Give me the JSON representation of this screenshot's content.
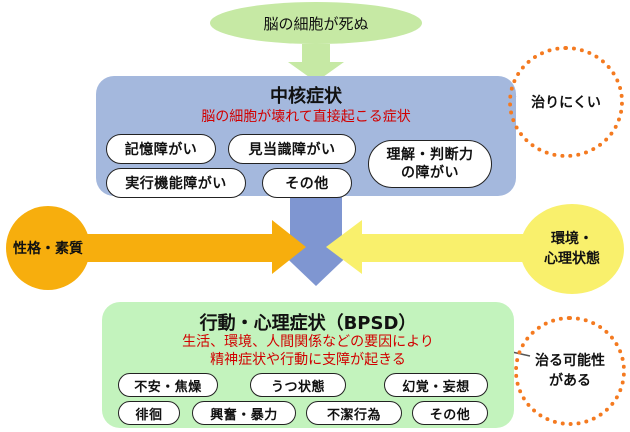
{
  "top": {
    "label": "脳の細胞が死ぬ"
  },
  "core": {
    "title": "中核症状",
    "subtitle": "脳の細胞が壊れて直接起こる症状",
    "items": [
      "記憶障がい",
      "見当識障がい",
      "実行機能障がい",
      "その他"
    ],
    "judgment": [
      "理解・判断力",
      "の障がい"
    ]
  },
  "left": {
    "label": "性格・素質"
  },
  "right": {
    "lines": [
      "環境・",
      "心理状態"
    ]
  },
  "bpsd": {
    "title": "行動・心理症状（BPSD）",
    "subtitle_lines": [
      "生活、環境、人間関係などの要因により",
      "精神症状や行動に支障が起きる"
    ],
    "items": [
      "不安・焦燥",
      "うつ状態",
      "幻覚・妄想",
      "徘徊",
      "興奮・暴力",
      "不潔行為",
      "その他"
    ]
  },
  "notes": {
    "hard": "治りにくい",
    "possible": [
      "治る可能性",
      "がある"
    ]
  },
  "colors": {
    "green_ellipse": "#c6e9a4",
    "core_box": "#a4b8dd",
    "bpsd_box": "#c3f3bd",
    "left_circle": "#f7ae0d",
    "right_circle": "#f9f06c",
    "arrow_orange": "#f7ae0d",
    "arrow_yellow": "#f9f06c",
    "arrow_blue": "#7f96d1",
    "accent_red": "#d10000",
    "dots": "#f47a20"
  }
}
